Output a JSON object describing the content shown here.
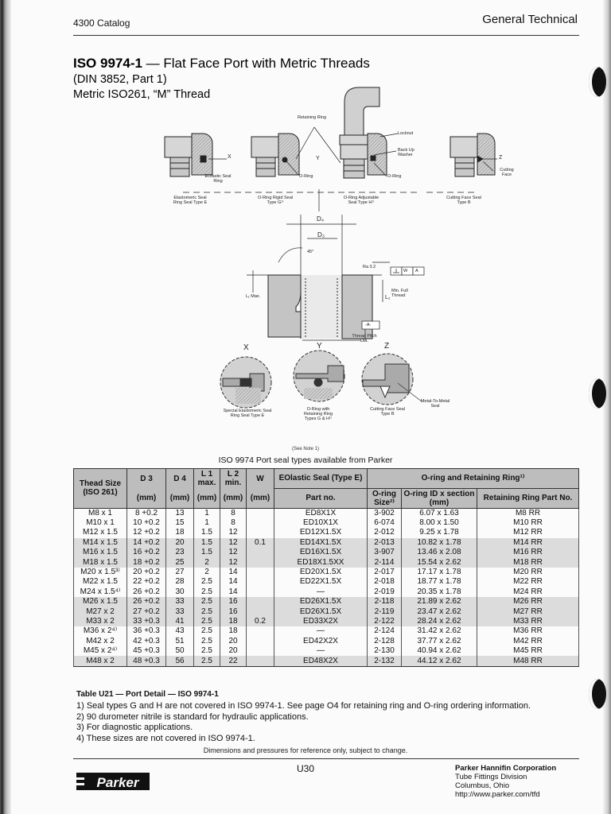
{
  "header": {
    "catalog": "4300 Catalog",
    "section": "General Technical"
  },
  "title": {
    "bold": "ISO 9974-1",
    "rest": " — Flat Face Port with Metric Threads",
    "line2": "(DIN 3852, Part 1)",
    "line3": "Metric ISO261, “M” Thread"
  },
  "figure": {
    "callouts": {
      "retaining_ring": "Retaining Ring",
      "locknut": "Locknut",
      "backup_washer": "Back Up Washer",
      "oring_1": "O-Ring",
      "oring_2": "O-Ring",
      "eolastic": "EOlastic Seal Ring",
      "cutting_face": "Cutting Face",
      "x": "X",
      "y": "Y",
      "z": "Z"
    },
    "types": {
      "e": "Elastomeric Seal Ring Seal Type E",
      "g": "O-Ring Rigid Seal Type G¹⁾",
      "h": "O-Ring Adjustable Seal Type H¹⁾",
      "b": "Cutting Face Seal Type B"
    },
    "port": {
      "d4": "D₄",
      "d3": "D₃",
      "angle": "45°",
      "ra": "Ra 3.2",
      "w": "W",
      "a": "A",
      "datum": "-A-",
      "l1": "L₁ Max.",
      "l2": "Min. Full Thread",
      "l2sym": "L₂",
      "pitch": "Thread Pitch Dia."
    },
    "details": {
      "x_label": "X",
      "y_label": "Y",
      "z_label": "Z",
      "x_cap": "Special Elastomeric Seal Ring Seal Type E",
      "y_cap": "O-Ring with Retaining Ring Types G & H¹⁾",
      "z_cap": "Cutting Face Seal Type B",
      "metal": "Metal-To-Metal Seal"
    },
    "see_note": "(See Note 1)"
  },
  "available_caption": "ISO 9974 Port seal types available from Parker",
  "table": {
    "headers": {
      "thread": "Thead Size (ISO 261)",
      "d3": "D 3",
      "d4": "D 4",
      "l1": "L 1 max.",
      "l2": "L 2 min.",
      "w": "W",
      "eolastic": "EOlastic Seal (Type E)",
      "oring_group": "O-ring and Retaining Ring¹⁾",
      "unit_mm": "(mm)",
      "part_no": "Part no.",
      "oring_size": "O-ring Size²⁾",
      "oring_id": "O-ring ID x section (mm)",
      "rr_part": "Retaining Ring Part No."
    },
    "w_values": [
      "0.1",
      "0.2"
    ],
    "rows": [
      {
        "thread": "M8 x 1",
        "d3": "8 +0.2",
        "d4": "13",
        "l1": "1",
        "l2": "8",
        "part": "ED8X1X",
        "size": "3-902",
        "id": "6.07 x 1.63",
        "rr": "M8 RR"
      },
      {
        "thread": "M10 x 1",
        "d3": "10 +0.2",
        "d4": "15",
        "l1": "1",
        "l2": "8",
        "part": "ED10X1X",
        "size": "6-074",
        "id": "8.00 x 1.50",
        "rr": "M10 RR"
      },
      {
        "thread": "M12 x 1.5",
        "d3": "12 +0.2",
        "d4": "18",
        "l1": "1.5",
        "l2": "12",
        "part": "ED12X1.5X",
        "size": "2-012",
        "id": "9.25 x 1.78",
        "rr": "M12 RR"
      },
      {
        "thread": "M14 x 1.5",
        "d3": "14 +0.2",
        "d4": "20",
        "l1": "1.5",
        "l2": "12",
        "part": "ED14X1.5X",
        "size": "2-013",
        "id": "10.82 x 1.78",
        "rr": "M14 RR"
      },
      {
        "thread": "M16 x 1.5",
        "d3": "16 +0.2",
        "d4": "23",
        "l1": "1.5",
        "l2": "12",
        "part": "ED16X1.5X",
        "size": "3-907",
        "id": "13.46 x 2.08",
        "rr": "M16 RR"
      },
      {
        "thread": "M18 x 1.5",
        "d3": "18 +0.2",
        "d4": "25",
        "l1": "2",
        "l2": "12",
        "part": "ED18X1.5XX",
        "size": "2-114",
        "id": "15.54 x 2.62",
        "rr": "M18 RR"
      },
      {
        "thread": "M20 x 1.5³⁾",
        "d3": "20 +0.2",
        "d4": "27",
        "l1": "2",
        "l2": "14",
        "part": "ED20X1.5X",
        "size": "2-017",
        "id": "17.17 x 1.78",
        "rr": "M20 RR"
      },
      {
        "thread": "M22 x 1.5",
        "d3": "22 +0.2",
        "d4": "28",
        "l1": "2.5",
        "l2": "14",
        "part": "ED22X1.5X",
        "size": "2-018",
        "id": "18.77 x 1.78",
        "rr": "M22 RR"
      },
      {
        "thread": "M24 x 1.5⁴⁾",
        "d3": "26 +0.2",
        "d4": "30",
        "l1": "2.5",
        "l2": "14",
        "part": "—",
        "size": "2-019",
        "id": "20.35 x 1.78",
        "rr": "M24 RR"
      },
      {
        "thread": "M26 x 1.5",
        "d3": "26 +0.2",
        "d4": "33",
        "l1": "2.5",
        "l2": "16",
        "part": "ED26X1.5X",
        "size": "2-118",
        "id": "21.89 x 2.62",
        "rr": "M26 RR"
      },
      {
        "thread": "M27 x 2",
        "d3": "27 +0.2",
        "d4": "33",
        "l1": "2.5",
        "l2": "16",
        "part": "ED26X1.5X",
        "size": "2-119",
        "id": "23.47 x 2.62",
        "rr": "M27 RR"
      },
      {
        "thread": "M33 x 2",
        "d3": "33 +0.3",
        "d4": "41",
        "l1": "2.5",
        "l2": "18",
        "part": "ED33X2X",
        "size": "2-122",
        "id": "28.24 x 2.62",
        "rr": "M33 RR"
      },
      {
        "thread": "M36 x 2⁴⁾",
        "d3": "36 +0.3",
        "d4": "43",
        "l1": "2.5",
        "l2": "18",
        "part": "—",
        "size": "2-124",
        "id": "31.42 x 2.62",
        "rr": "M36 RR"
      },
      {
        "thread": "M42 x 2",
        "d3": "42 +0.3",
        "d4": "51",
        "l1": "2.5",
        "l2": "20",
        "part": "ED42X2X",
        "size": "2-128",
        "id": "37.77 x 2.62",
        "rr": "M42 RR"
      },
      {
        "thread": "M45 x 2⁴⁾",
        "d3": "45 +0.3",
        "d4": "50",
        "l1": "2.5",
        "l2": "20",
        "part": "—",
        "size": "2-130",
        "id": "40.94 x 2.62",
        "rr": "M45 RR"
      },
      {
        "thread": "M48 x 2",
        "d3": "48 +0.3",
        "d4": "56",
        "l1": "2.5",
        "l2": "22",
        "part": "ED48X2X",
        "size": "2-132",
        "id": "44.12 x 2.62",
        "rr": "M48 RR"
      }
    ]
  },
  "table_caption": "Table U21 — Port Detail — ISO 9974-1",
  "notes": [
    "1) Seal types G and H are not covered in ISO 9974-1. See page O4 for retaining ring and O-ring ordering information.",
    "2) 90 durometer nitrile is standard for hydraulic applications.",
    "3) For diagnostic applications.",
    "4) These sizes are not covered in ISO 9974-1."
  ],
  "disclaimer": "Dimensions and pressures for reference only, subject to change.",
  "footer": {
    "page": "U30",
    "logo": "Parker",
    "corp_name": "Parker Hannifin Corporation",
    "division": "Tube Fittings Division",
    "city": "Columbus, Ohio",
    "url": "http://www.parker.com/tfd"
  }
}
